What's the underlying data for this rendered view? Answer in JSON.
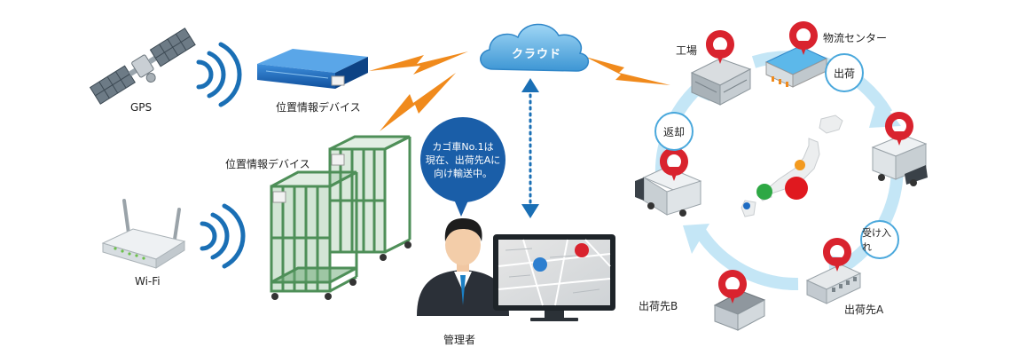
{
  "labels": {
    "gps": "GPS",
    "wifi": "Wi-Fi",
    "device_top": "位置情報デバイス",
    "device_cart": "位置情報デバイス",
    "cloud": "クラウド",
    "manager": "管理者",
    "factory": "工場",
    "logistics_center": "物流センター",
    "shipping": "出荷",
    "return": "返却",
    "receive": "受け入れ",
    "dest_a": "出荷先A",
    "dest_b": "出荷先B"
  },
  "bubble": {
    "text": "カゴ車No.1は\n現在、出荷先Aに\n向け輸送中。"
  },
  "colors": {
    "accent_blue": "#1a6fb5",
    "cloud_blue": "#5fb2e6",
    "lightning": "#f08a1c",
    "pin_red": "#d9232e",
    "cycle_arrow": "#bfe3f5",
    "cart_green": "#5a9a63"
  }
}
